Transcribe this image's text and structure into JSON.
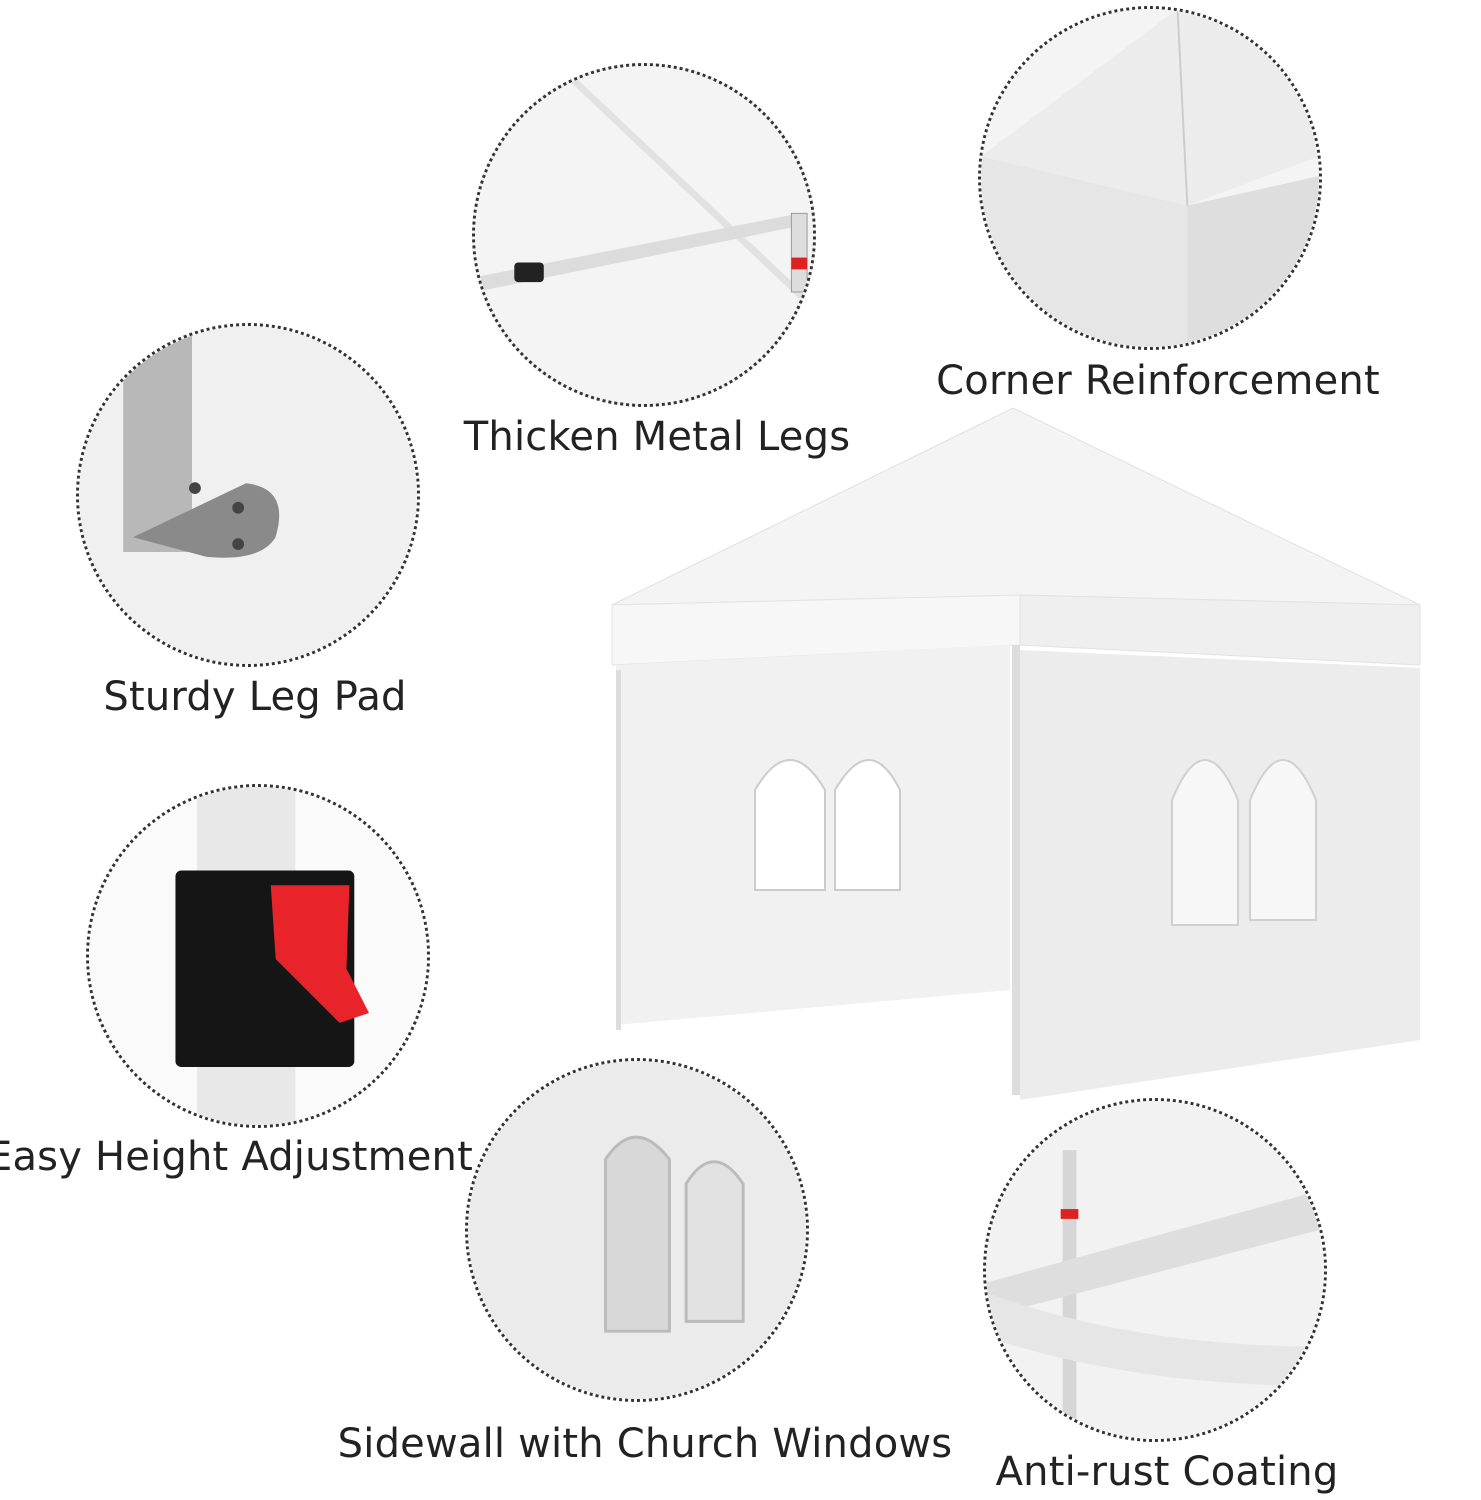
{
  "features": [
    {
      "id": "legs",
      "label": "Thicken Metal Legs",
      "icon": "metal-legs-detail"
    },
    {
      "id": "corner",
      "label": "Corner Reinforcement",
      "icon": "corner-reinforcement-detail"
    },
    {
      "id": "legpad",
      "label": "Sturdy Leg Pad",
      "icon": "leg-pad-detail"
    },
    {
      "id": "height",
      "label": "Easy Height Adjustment",
      "icon": "height-adjustment-button-detail"
    },
    {
      "id": "sidewall",
      "label": "Sidewall with Church Windows",
      "icon": "church-window-detail"
    },
    {
      "id": "coating",
      "label": "Anti-rust Coating",
      "icon": "anti-rust-frame-detail"
    }
  ],
  "colors": {
    "accent": "#e8242a",
    "frame": "#d8d8d8",
    "canopy": "#f2f2f2",
    "outline": "#333333"
  }
}
